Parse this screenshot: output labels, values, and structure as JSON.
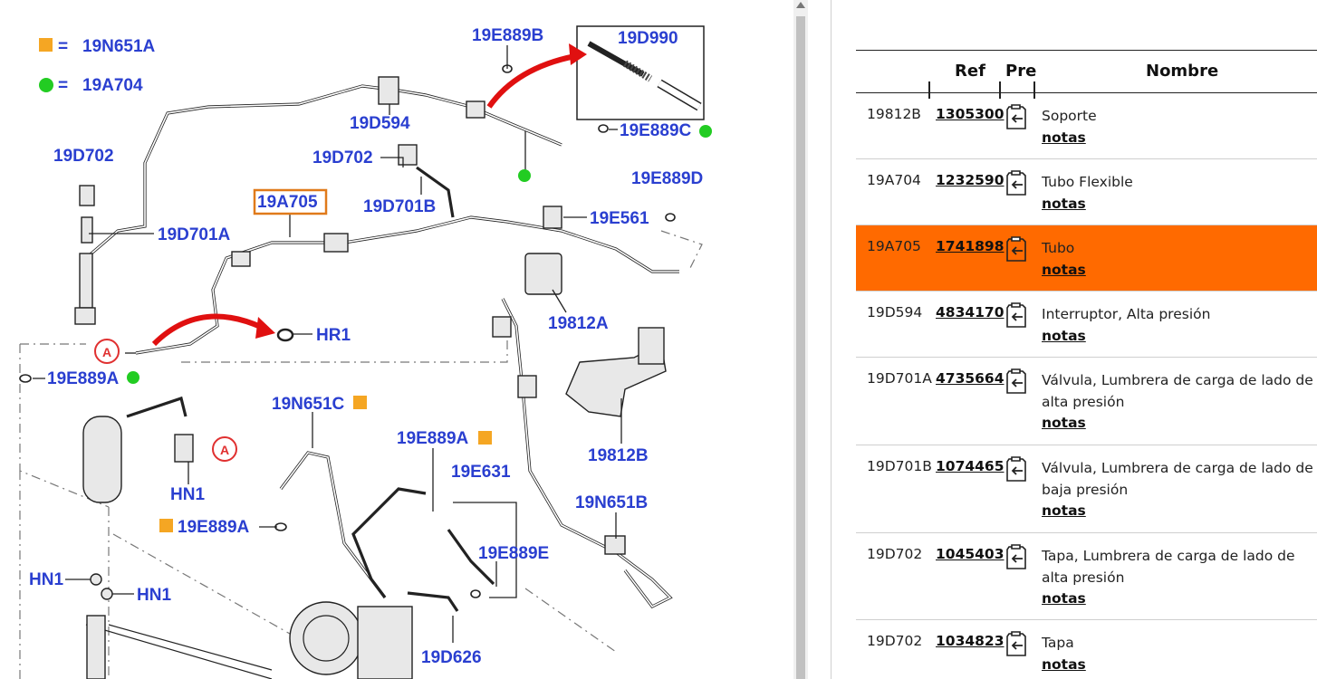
{
  "diagram": {
    "legend": [
      {
        "marker": "orange-square",
        "color": "#f5a623",
        "label": "19N651A"
      },
      {
        "marker": "green-dot",
        "color": "#22cc22",
        "label": "19A704"
      }
    ],
    "labels": {
      "l19E889B": "19E889B",
      "l19D990": "19D990",
      "l19D594": "19D594",
      "l19E889C": "19E889C",
      "l19D702a": "19D702",
      "l19D702b": "19D702",
      "l19D701B": "19D701B",
      "l19E889D": "19E889D",
      "l19A705": "19A705",
      "l19E561": "19E561",
      "l19D701A": "19D701A",
      "l19812A": "19812A",
      "lHR1": "HR1",
      "l19E889A_a": "19E889A",
      "l19N651C": "19N651C",
      "l19E889A_b": "19E889A",
      "l19E631": "19E631",
      "l19812B": "19812B",
      "lHN1a": "HN1",
      "l19N651B": "19N651B",
      "l19E889A_c": "19E889A",
      "l19E889E": "19E889E",
      "lHN1b": "HN1",
      "lHN1c": "HN1",
      "l19D626": "19D626",
      "circleA1": "A",
      "circleA2": "A"
    },
    "highlight_color": "#e07a1a",
    "arrow_color": "#e01010"
  },
  "table": {
    "headers": {
      "ref": "Ref",
      "pre": "Pre",
      "nombre": "Nombre"
    },
    "highlight_color": "#ff6a00",
    "rows": [
      {
        "code": "19812B",
        "ref": "1305300",
        "name": "Soporte",
        "notes": "notas",
        "highlighted": false
      },
      {
        "code": "19A704",
        "ref": "1232590",
        "name": "Tubo Flexible",
        "notes": "notas",
        "highlighted": false
      },
      {
        "code": "19A705",
        "ref": "1741898",
        "name": "Tubo",
        "notes": "notas",
        "highlighted": true
      },
      {
        "code": "19D594",
        "ref": "4834170",
        "name": "Interruptor, Alta presión",
        "notes": "notas",
        "highlighted": false
      },
      {
        "code": "19D701A",
        "ref": "4735664",
        "name": "Válvula, Lumbrera de carga de lado de alta presión",
        "notes": "notas",
        "highlighted": false
      },
      {
        "code": "19D701B",
        "ref": "1074465",
        "name": "Válvula, Lumbrera de carga de lado de baja presión",
        "notes": "notas",
        "highlighted": false
      },
      {
        "code": "19D702",
        "ref": "1045403",
        "name": "Tapa, Lumbrera de carga de lado de alta presión",
        "notes": "notas",
        "highlighted": false
      },
      {
        "code": "19D702",
        "ref": "1034823",
        "name": "Tapa",
        "notes": "notas",
        "highlighted": false
      }
    ]
  }
}
